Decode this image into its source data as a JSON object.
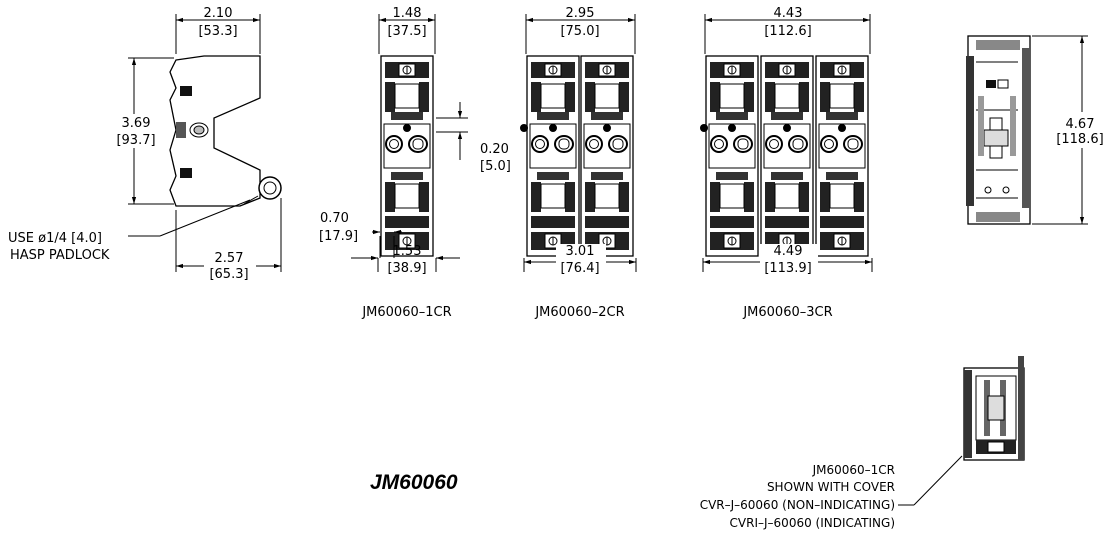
{
  "side_view": {
    "top_width": "2.10",
    "top_width_mm": "[53.3]",
    "height": "3.69",
    "height_mm": "[93.7]",
    "bottom_width": "2.57",
    "bottom_width_mm": "[65.3]",
    "padlock_note_line1": "USE ø1/4 [4.0]",
    "padlock_note_line2": "HASP PADLOCK"
  },
  "pole1": {
    "top_width": "1.48",
    "top_width_mm": "[37.5]",
    "gap": "0.20",
    "gap_mm": "[5.0]",
    "side_offset": "0.70",
    "side_offset_mm": "[17.9]",
    "bottom_width": "1.53",
    "bottom_width_mm": "[38.9]",
    "label": "JM60060–1CR"
  },
  "pole2": {
    "top_width": "2.95",
    "top_width_mm": "[75.0]",
    "bottom_width": "3.01",
    "bottom_width_mm": "[76.4]",
    "label": "JM60060–2CR"
  },
  "pole3": {
    "top_width": "4.43",
    "top_width_mm": "[112.6]",
    "bottom_width": "4.49",
    "bottom_width_mm": "[113.9]",
    "label": "JM60060–3CR"
  },
  "end_view": {
    "height": "4.67",
    "height_mm": "[118.6]"
  },
  "series_title": "JM60060",
  "cover_note": {
    "line1": "JM60060–1CR",
    "line2": "SHOWN WITH COVER",
    "line3": "CVR–J–60060 (NON–INDICATING)",
    "line4": "CVRI–J–60060 (INDICATING)"
  }
}
